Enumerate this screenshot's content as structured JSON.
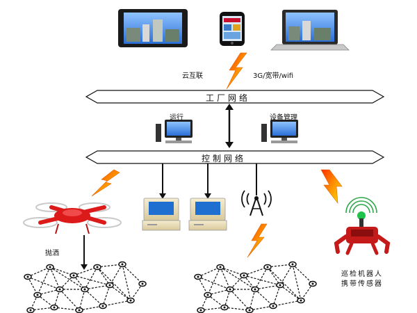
{
  "labels": {
    "cloud_link": "云互联",
    "network_type": "3G/宽带/wifi",
    "factory_network": "工厂网络",
    "operation": "运行",
    "device_management": "设备管理",
    "control_network": "控制网络",
    "spraying": "抛洒",
    "robot_line1": "巡检机器人",
    "robot_line2": "携带传感器"
  },
  "colors": {
    "bolt_red": "#ff3300",
    "bolt_yellow": "#ffdd00",
    "drone_red": "#dd1a1a",
    "line": "#111111",
    "monitor_bezel": "#222222"
  },
  "icons": [
    "tablet-icon",
    "phone-icon",
    "laptop-icon",
    "desktop-pc-icon",
    "terminal-icon",
    "antenna-icon",
    "lightning-icon",
    "drone-icon",
    "robot-icon",
    "sensor-mesh-icon"
  ]
}
